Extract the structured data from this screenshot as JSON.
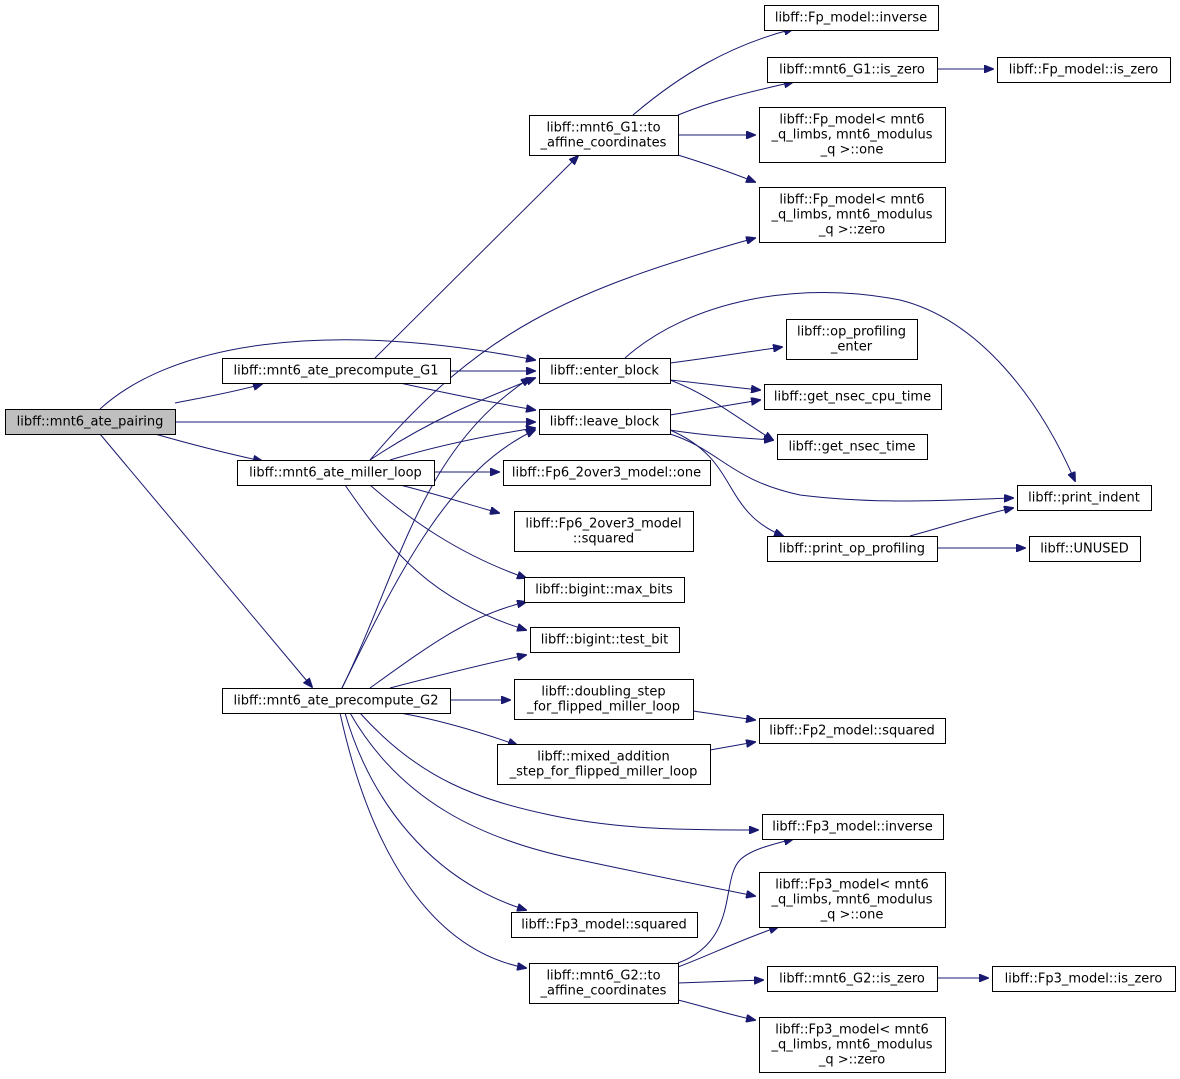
{
  "graph": {
    "edge_color": "#191970",
    "root_fill": "#bfbfbf",
    "nodes": [
      {
        "id": "pairing",
        "lines": [
          "libff::mnt6_ate_pairing"
        ],
        "root": true
      },
      {
        "id": "pre_g1",
        "lines": [
          "libff::mnt6_ate_precompute_G1"
        ]
      },
      {
        "id": "miller",
        "lines": [
          "libff::mnt6_ate_miller_loop"
        ]
      },
      {
        "id": "pre_g2",
        "lines": [
          "libff::mnt6_ate_precompute_G2"
        ]
      },
      {
        "id": "g1_affine",
        "lines": [
          "libff::mnt6_G1::to",
          "_affine_coordinates"
        ]
      },
      {
        "id": "enter",
        "lines": [
          "libff::enter_block"
        ]
      },
      {
        "id": "leave",
        "lines": [
          "libff::leave_block"
        ]
      },
      {
        "id": "fp6_one",
        "lines": [
          "libff::Fp6_2over3_model::one"
        ]
      },
      {
        "id": "fp6_sq",
        "lines": [
          "libff::Fp6_2over3_model",
          "::squared"
        ]
      },
      {
        "id": "max_bits",
        "lines": [
          "libff::bigint::max_bits"
        ]
      },
      {
        "id": "test_bit",
        "lines": [
          "libff::bigint::test_bit"
        ]
      },
      {
        "id": "dbl",
        "lines": [
          "libff::doubling_step",
          "_for_flipped_miller_loop"
        ]
      },
      {
        "id": "madd",
        "lines": [
          "libff::mixed_addition",
          "_step_for_flipped_miller_loop"
        ]
      },
      {
        "id": "fp3_sq",
        "lines": [
          "libff::Fp3_model::squared"
        ]
      },
      {
        "id": "g2_affine",
        "lines": [
          "libff::mnt6_G2::to",
          "_affine_coordinates"
        ]
      },
      {
        "id": "fp_inv",
        "lines": [
          "libff::Fp_model::inverse"
        ]
      },
      {
        "id": "g1_iszero",
        "lines": [
          "libff::mnt6_G1::is_zero"
        ]
      },
      {
        "id": "fp_one",
        "lines": [
          "libff::Fp_model< mnt6",
          "_q_limbs, mnt6_modulus",
          "_q >::one"
        ]
      },
      {
        "id": "fp_zero",
        "lines": [
          "libff::Fp_model< mnt6",
          "_q_limbs, mnt6_modulus",
          "_q >::zero"
        ]
      },
      {
        "id": "op_enter",
        "lines": [
          "libff::op_profiling",
          "_enter"
        ]
      },
      {
        "id": "cpu_time",
        "lines": [
          "libff::get_nsec_cpu_time"
        ]
      },
      {
        "id": "nsec_time",
        "lines": [
          "libff::get_nsec_time"
        ]
      },
      {
        "id": "print_op",
        "lines": [
          "libff::print_op_profiling"
        ]
      },
      {
        "id": "fp2_sq",
        "lines": [
          "libff::Fp2_model::squared"
        ]
      },
      {
        "id": "fp3_inv",
        "lines": [
          "libff::Fp3_model::inverse"
        ]
      },
      {
        "id": "fp3_one",
        "lines": [
          "libff::Fp3_model< mnt6",
          "_q_limbs, mnt6_modulus",
          "_q >::one"
        ]
      },
      {
        "id": "g2_iszero",
        "lines": [
          "libff::mnt6_G2::is_zero"
        ]
      },
      {
        "id": "fp3_zero",
        "lines": [
          "libff::Fp3_model< mnt6",
          "_q_limbs, mnt6_modulus",
          "_q >::zero"
        ]
      },
      {
        "id": "fp_iszero",
        "lines": [
          "libff::Fp_model::is_zero"
        ]
      },
      {
        "id": "print_indent",
        "lines": [
          "libff::print_indent"
        ]
      },
      {
        "id": "unused",
        "lines": [
          "libff::UNUSED"
        ]
      },
      {
        "id": "fp3_iszero",
        "lines": [
          "libff::Fp3_model::is_zero"
        ]
      }
    ],
    "edges": [
      [
        "pairing",
        "enter"
      ],
      [
        "pairing",
        "pre_g1"
      ],
      [
        "pairing",
        "leave"
      ],
      [
        "pairing",
        "miller"
      ],
      [
        "pairing",
        "pre_g2"
      ],
      [
        "pre_g1",
        "g1_affine"
      ],
      [
        "pre_g1",
        "enter"
      ],
      [
        "pre_g1",
        "leave"
      ],
      [
        "g1_affine",
        "fp_inv"
      ],
      [
        "g1_affine",
        "g1_iszero"
      ],
      [
        "g1_affine",
        "fp_one"
      ],
      [
        "g1_affine",
        "fp_zero"
      ],
      [
        "g1_iszero",
        "fp_iszero"
      ],
      [
        "miller",
        "fp_zero"
      ],
      [
        "miller",
        "enter"
      ],
      [
        "miller",
        "leave"
      ],
      [
        "miller",
        "fp6_one"
      ],
      [
        "miller",
        "fp6_sq"
      ],
      [
        "miller",
        "max_bits"
      ],
      [
        "miller",
        "test_bit"
      ],
      [
        "pre_g2",
        "enter"
      ],
      [
        "pre_g2",
        "leave"
      ],
      [
        "pre_g2",
        "max_bits"
      ],
      [
        "pre_g2",
        "test_bit"
      ],
      [
        "pre_g2",
        "dbl"
      ],
      [
        "pre_g2",
        "madd"
      ],
      [
        "pre_g2",
        "fp3_inv"
      ],
      [
        "pre_g2",
        "fp3_one"
      ],
      [
        "pre_g2",
        "fp3_sq"
      ],
      [
        "pre_g2",
        "g2_affine"
      ],
      [
        "enter",
        "op_enter"
      ],
      [
        "enter",
        "cpu_time"
      ],
      [
        "enter",
        "nsec_time"
      ],
      [
        "enter",
        "print_indent"
      ],
      [
        "leave",
        "cpu_time"
      ],
      [
        "leave",
        "nsec_time"
      ],
      [
        "leave",
        "print_indent"
      ],
      [
        "leave",
        "print_op"
      ],
      [
        "print_op",
        "print_indent"
      ],
      [
        "print_op",
        "unused"
      ],
      [
        "dbl",
        "fp2_sq"
      ],
      [
        "madd",
        "fp2_sq"
      ],
      [
        "g2_affine",
        "fp3_inv"
      ],
      [
        "g2_affine",
        "fp3_one"
      ],
      [
        "g2_affine",
        "g2_iszero"
      ],
      [
        "g2_affine",
        "fp3_zero"
      ],
      [
        "g2_iszero",
        "fp3_iszero"
      ]
    ]
  }
}
